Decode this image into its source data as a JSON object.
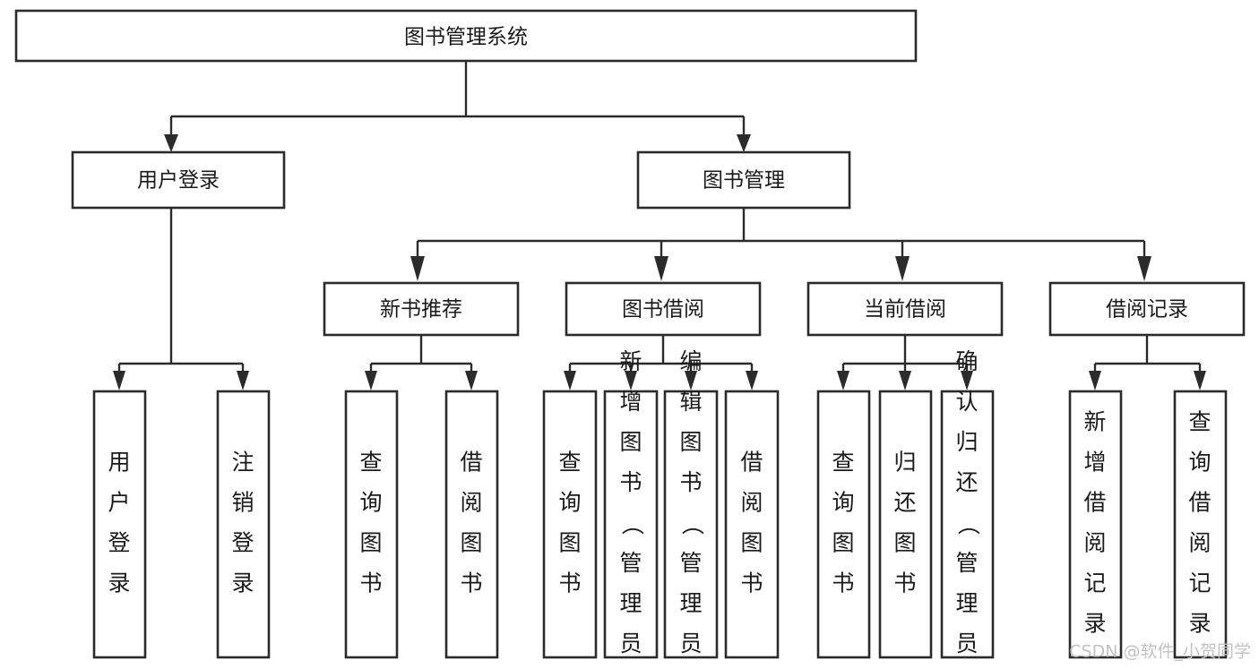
{
  "diagram": {
    "title": "图书管理系统",
    "type": "hierarchy-tree",
    "root": {
      "label": "图书管理系统",
      "name": "root-node"
    },
    "level2": [
      {
        "label": "用户登录",
        "name": "node-user-login"
      },
      {
        "label": "图书管理",
        "name": "node-book-management"
      }
    ],
    "level3": [
      {
        "label": "新书推荐",
        "name": "node-new-book-recommend"
      },
      {
        "label": "图书借阅",
        "name": "node-book-borrow"
      },
      {
        "label": "当前借阅",
        "name": "node-current-borrow"
      },
      {
        "label": "借阅记录",
        "name": "node-borrow-record"
      }
    ],
    "leaves": [
      {
        "label": "用户登录",
        "name": "leaf-user-login",
        "parent": "用户登录"
      },
      {
        "label": "注销登录",
        "name": "leaf-logout",
        "parent": "用户登录"
      },
      {
        "label": "查询图书",
        "name": "leaf-query-book-1",
        "parent": "新书推荐"
      },
      {
        "label": "借阅图书",
        "name": "leaf-borrow-book-1",
        "parent": "新书推荐"
      },
      {
        "label": "查询图书",
        "name": "leaf-query-book-2",
        "parent": "图书借阅"
      },
      {
        "label": "新增图书（管理员）",
        "name": "leaf-add-book-admin",
        "parent": "图书借阅"
      },
      {
        "label": "编辑图书（管理员）",
        "name": "leaf-edit-book-admin",
        "parent": "图书借阅"
      },
      {
        "label": "借阅图书",
        "name": "leaf-borrow-book-2",
        "parent": "图书借阅"
      },
      {
        "label": "查询图书",
        "name": "leaf-query-book-3",
        "parent": "当前借阅"
      },
      {
        "label": "归还图书",
        "name": "leaf-return-book",
        "parent": "当前借阅"
      },
      {
        "label": "确认归还（管理员）",
        "name": "leaf-confirm-return-admin",
        "parent": "当前借阅"
      },
      {
        "label": "新增借阅记录",
        "name": "leaf-add-borrow-record",
        "parent": "借阅记录"
      },
      {
        "label": "查询借阅记录",
        "name": "leaf-query-borrow-record",
        "parent": "借阅记录"
      }
    ],
    "colors": {
      "stroke": "#2b2b2b",
      "fill": "#ffffff",
      "text": "#1a1a1a",
      "watermark": "#c2c2c2"
    }
  },
  "watermark": {
    "text": "CSDN @软件_小贺同学"
  }
}
